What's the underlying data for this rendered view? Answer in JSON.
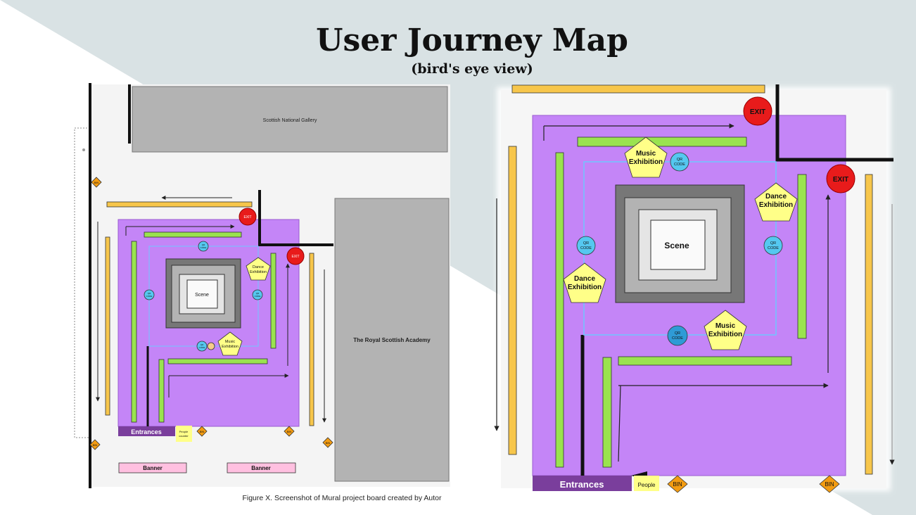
{
  "header": {
    "title": "User Journey Map",
    "subtitle": "(bird's eye view)"
  },
  "caption": "Figure X. Screenshot of Mural project board created by Autor",
  "left_map": {
    "gallery": "Scottish National Gallery",
    "academy": "The Royal Scottish Academy",
    "scene": "Scene",
    "exit": "EXIT",
    "dance": [
      "Dance",
      "Exhibition"
    ],
    "music": [
      "Music",
      "Exhibition"
    ],
    "qr": [
      "QR",
      "CODE"
    ],
    "entrances": "Entrances",
    "people_counter": [
      "People",
      "counter"
    ],
    "bin": "BIN",
    "banner": "Banner"
  },
  "right_map": {
    "scene": "Scene",
    "exit": "EXIT",
    "dance": [
      "Dance",
      "Exhibition"
    ],
    "music": [
      "Music",
      "Exhibition"
    ],
    "qr": [
      "QR",
      "CODE"
    ],
    "entrances": "Entrances",
    "people": "People",
    "bin": "BIN"
  },
  "colors": {
    "background_panel": "#d9e2e4",
    "zone_purple": "#c485f7",
    "rail_green": "#9ae34f",
    "bench_orange": "#f7c64b",
    "exit_red": "#e81b1b",
    "qr_blue": "#55c8f0",
    "exhibition_yellow": "#ffff88",
    "bin_orange": "#f39c12",
    "entrance_purple": "#7a3e9c",
    "banner_pink": "#ffc0e0"
  }
}
